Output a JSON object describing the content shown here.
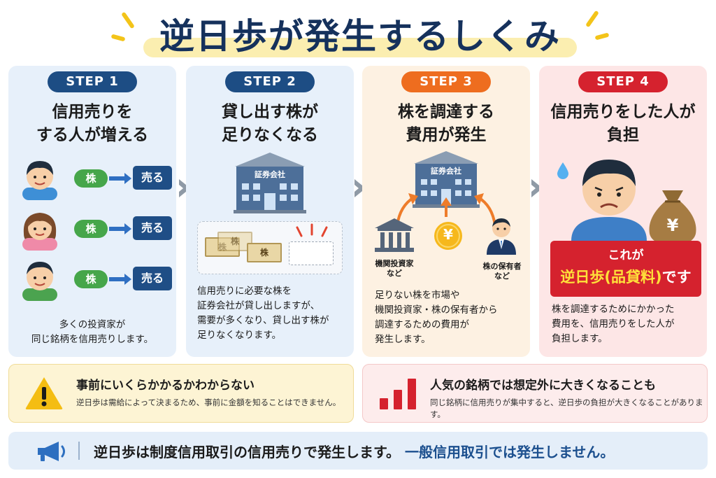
{
  "title": "逆日歩が発生するしくみ",
  "steps": [
    {
      "label": "STEP 1",
      "heading": "信用売りを\nする人が増える",
      "kabu": "株",
      "sell": "売る",
      "description": "多くの投資家が\n同じ銘柄を信用売りします。"
    },
    {
      "label": "STEP 2",
      "heading": "貸し出す株が\n足りなくなる",
      "company": "証券会社",
      "kabu": "株",
      "description": "信用売りに必要な株を\n証券会社が貸し出しますが、\n需要が多くなり、貸し出す株が\n足りなくなります。"
    },
    {
      "label": "STEP 3",
      "heading": "株を調達する\n費用が発生",
      "company": "証券会社",
      "yen": "¥",
      "institution": "機関投資家\nなど",
      "holder": "株の保有者\nなど",
      "description": "足りない株を市場や\n機関投資家・株の保有者から\n調達するための費用が\n発生します。"
    },
    {
      "label": "STEP 4",
      "heading": "信用売りをした人が\n負担",
      "yen": "¥",
      "callout_line1": "これが",
      "callout_highlight": "逆日歩(品貸料)",
      "callout_suffix": "です",
      "description": "株を調達するためにかかった\n費用を、信用売りをした人が\n負担します。"
    }
  ],
  "notes": [
    {
      "icon": "warning-icon",
      "title": "事前にいくらかかるかわからない",
      "body": "逆日歩は需給によって決まるため、事前に金額を知ることはできません。"
    },
    {
      "icon": "bar-chart-icon",
      "title": "人気の銘柄では想定外に大きくなることも",
      "body": "同じ銘柄に信用売りが集中すると、逆日歩の負担が大きくなることがあります。"
    }
  ],
  "footer": {
    "icon": "megaphone-icon",
    "text_main": "逆日歩は制度信用取引の信用売りで発生します。",
    "text_highlight": "一般信用取引では発生しません。"
  },
  "colors": {
    "navy": "#15315c",
    "step_blue": "#1d4d84",
    "step_orange": "#ee6d1f",
    "step_red": "#d5222e",
    "kabu_green": "#46a64a",
    "highlight_yellow": "#ffe13a"
  }
}
